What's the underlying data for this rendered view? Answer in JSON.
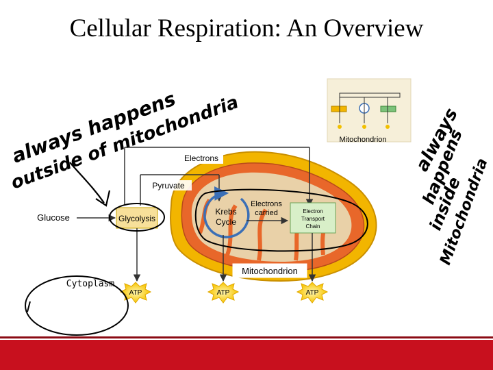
{
  "slide": {
    "title": "Cellular Respiration: An Overview"
  },
  "diagram": {
    "inset_label": "Mitochondrion",
    "electrons_label": "Electrons",
    "pyruvate_label": "Pyruvate",
    "glucose_label": "Glucose",
    "glycolysis_label": "Glycolysis",
    "krebs_label": [
      "Krebs",
      "Cycle"
    ],
    "electrons_carried_label": [
      "Electrons",
      "carried"
    ],
    "etc_label": [
      "Electron",
      "Transport",
      "Chain"
    ],
    "mitochondrion_label": "Mitochondrion",
    "cytoplasm_label": "Cytoplasm",
    "atp_labels": [
      "ATP",
      "ATP",
      "ATP"
    ]
  },
  "annotations": {
    "left_handwriting": [
      "always happens",
      "outside of mitochondria"
    ],
    "right_handwriting": [
      "always",
      "happens",
      "inside",
      "Mitochondria"
    ]
  },
  "colors": {
    "footer": "#c8101e",
    "mito_outer": "#f2b500",
    "mito_inner": "#e8672a",
    "cristae": "#e9d1a8",
    "krebs_arrow": "#3b6fb6"
  }
}
